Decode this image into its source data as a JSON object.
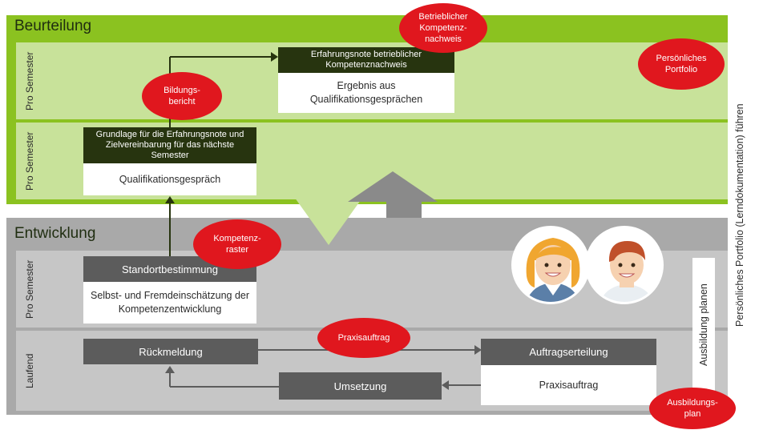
{
  "beurteilung": {
    "title": "Beurteilung",
    "row1_label": "Pro Semester",
    "row2_label": "Pro Semester",
    "box_erfahrungsnote_header": "Erfahrungsnote betrieblicher Kompetenznachweis",
    "box_erfahrungsnote_body": "Ergebnis aus Qualifikationsgesprächen",
    "box_grundlage_header": "Grundlage für die Erfahrungsnote und Zielvereinbarung für das nächste Semester",
    "box_grundlage_body": "Qualifikationsgespräch"
  },
  "entwicklung": {
    "title": "Entwicklung",
    "row1_label": "Pro Semester",
    "row2_label": "Laufend",
    "box_standort_header": "Standortbestimmung",
    "box_standort_body": "Selbst- und Fremdeinschätzung der Kompetenzentwicklung",
    "box_rueckmeldung": "Rückmeldung",
    "box_auftrag_header": "Auftragserteilung",
    "box_auftrag_body": "Praxisauftrag",
    "box_umsetzung": "Umsetzung"
  },
  "side": {
    "portfolio_bar": "Persönliches Portfolio (Lerndokumentation) führen",
    "ausbildung_bar": "Ausbildung planen"
  },
  "bubbles": {
    "betrieblicher": "Betrieblicher Kompetenz-nachweis",
    "portfolio": "Persönliches Portfolio",
    "bildungsbericht": "Bildungs-bericht",
    "kompetenzraster": "Kompetenz-raster",
    "praxisauftrag": "Praxisauftrag",
    "ausbildungsplan": "Ausbildungs-plan"
  },
  "colors": {
    "green_dark": "#8bc220",
    "green_light": "#c8e29a",
    "grey_dark": "#a9a9a9",
    "grey_light": "#c6c6c6",
    "red": "#e0171e"
  }
}
